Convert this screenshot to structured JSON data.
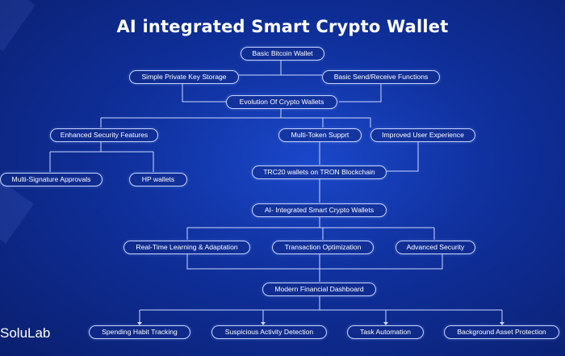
{
  "title": "AI integrated Smart Crypto Wallet",
  "brand": "SoluLab",
  "nodes": {
    "basic_bitcoin_wallet": "Basic Bitcoin Wallet",
    "simple_private_key_storage": "Simple  Private Key Storage",
    "basic_send_receive": "Basic Send/Receive Functions",
    "evolution": "Evolution Of Crypto Wallets",
    "enhanced_security": "Enhanced Security Features",
    "multi_token": "Multi-Token Supprt",
    "improved_ux": "Improved User Experience",
    "multi_signature": "Multi-Signature Approvals",
    "hp_wallets": "HP wallets",
    "trc20": "TRC20 wallets on TRON Blockchain",
    "ai_integrated": "AI- Integrated Smart Crypto Wallets",
    "real_time_learning": "Real-Time Learning & Adaptation",
    "transaction_optimization": "Transaction Optimization",
    "advanced_security": "Advanced Security",
    "modern_dashboard": "Modern Financial Dashboard",
    "spending_habit": "Spending Habit Tracking",
    "suspicious_activity": "Suspicious Activity Detection",
    "task_automation": "Task Automation",
    "background_asset": "Background Asset Protection"
  }
}
